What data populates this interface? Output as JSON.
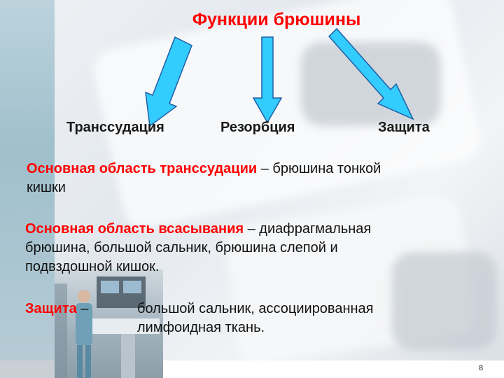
{
  "slide": {
    "title": "Функции брюшины",
    "functions": [
      "Транссудация",
      "Резорбция",
      "Защита"
    ],
    "para1": {
      "highlight": "Основная область транссудации",
      "rest": " – брюшина тонкой",
      "line2": "кишки"
    },
    "para2": {
      "highlight": "Основная область всасывания",
      "rest": " – диафрагмальная",
      "line2": "брюшина, большой сальник, брюшина слепой и",
      "line3": "подвздошной  кишок."
    },
    "para3": {
      "highlight": "Защита",
      "dash": " –",
      "line1": "большой сальник, ассоциированная",
      "line2": "лимфоидная ткань."
    },
    "page_number": "8"
  },
  "colors": {
    "accent_red": "#ff0000",
    "arrow_fill": "#33ccff",
    "arrow_stroke": "#1f5fa8"
  }
}
